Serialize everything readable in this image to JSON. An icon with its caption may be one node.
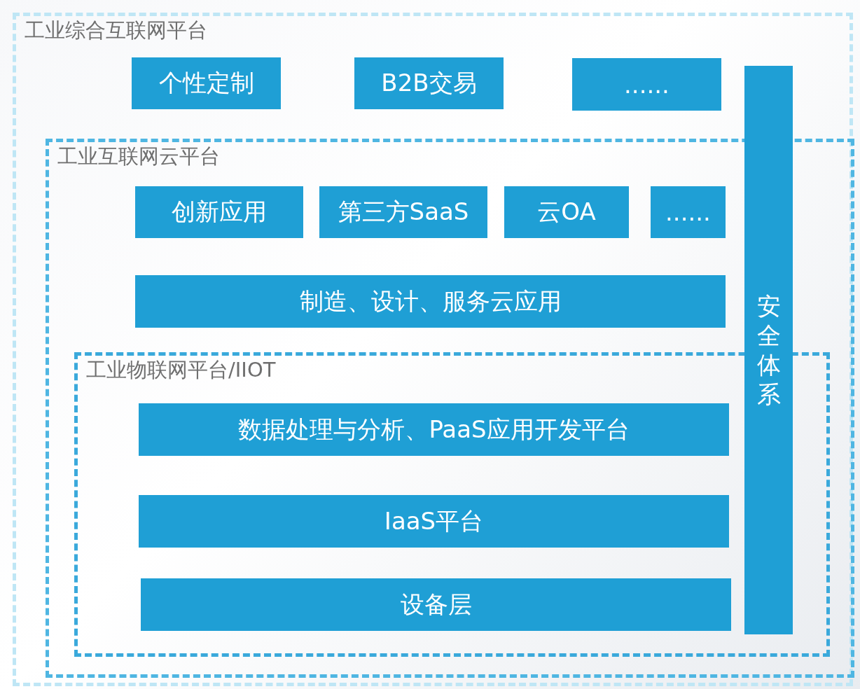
{
  "diagram": {
    "nodes": [
      {
        "text": [
          "工业综合互联网平台"
        ]
      },
      {
        "text": [
          "个性定制"
        ],
        "in": 0
      },
      {
        "text": [
          "B2B交易"
        ],
        "in": 0
      },
      {
        "text": [
          "......"
        ],
        "in": 0
      },
      {
        "text": [
          "安全体系"
        ],
        "in": 0
      },
      {
        "text": [
          "工业互联网云平台"
        ],
        "in": 0
      },
      {
        "text": [
          "创新应用"
        ],
        "in": 5
      },
      {
        "text": [
          "第三方SaaS"
        ],
        "in": 5
      },
      {
        "text": [
          "云OA"
        ],
        "in": 5
      },
      {
        "text": [
          "......"
        ],
        "in": 5
      },
      {
        "text": [
          "制造、设计、服务云应用"
        ],
        "in": 5
      },
      {
        "text": [
          "工业物联网平台/IIOT"
        ],
        "in": 5
      },
      {
        "text": [
          "数据处理与分析、PaaS应用开发平台"
        ],
        "in": 11
      },
      {
        "text": [
          "IaaS平台"
        ],
        "in": 11
      },
      {
        "text": [
          "设备层"
        ],
        "in": 11
      }
    ],
    "edges": []
  }
}
